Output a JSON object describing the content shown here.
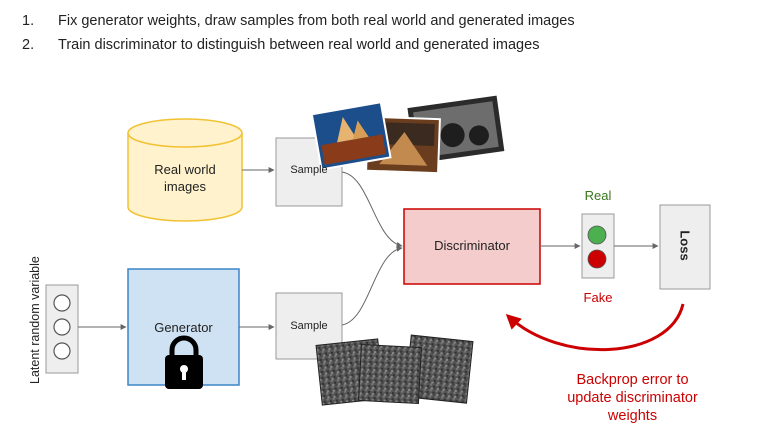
{
  "steps": [
    {
      "num": "1.",
      "text": "Fix generator weights, draw samples from both real world and generated images"
    },
    {
      "num": "2.",
      "text": "Train discriminator to distinguish between real world and generated images"
    }
  ],
  "diagram": {
    "real_world": "Real world images",
    "real_world_line1": "Real world",
    "real_world_line2": "images",
    "sample_top": "Sample",
    "sample_bottom": "Sample",
    "generator": "Generator",
    "discriminator": "Discriminator",
    "latent": "Latent random variable",
    "real": "Real",
    "fake": "Fake",
    "loss": "Loss",
    "backprop_line1": "Backprop error to",
    "backprop_line2": "update discriminator",
    "backprop_line3": "weights"
  },
  "colors": {
    "real_world_fill": "#fff2cc",
    "real_world_stroke": "#f1c232",
    "generator_fill": "#cfe2f3",
    "generator_stroke": "#3d85c6",
    "discriminator_fill": "#f4cccc",
    "discriminator_stroke": "#cc0000",
    "real_text": "#38761d",
    "fake_text": "#cc0000",
    "green_light": "#4caf50",
    "red_light": "#cc0000",
    "backprop": "#cc0000"
  },
  "icons": {
    "lock": "padlock-icon",
    "photos": "real-photo-thumbnails",
    "noise": "generated-noise-images"
  }
}
